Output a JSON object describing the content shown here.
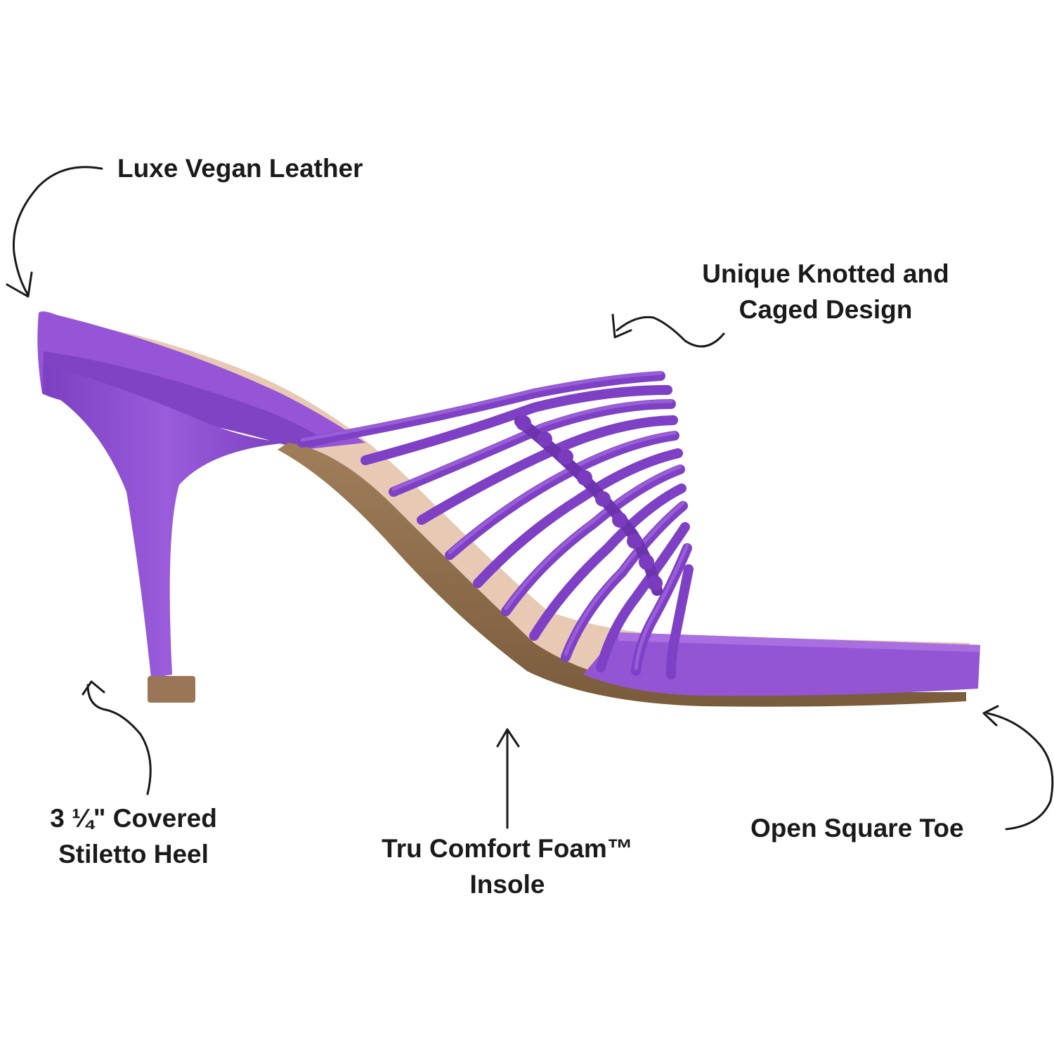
{
  "product": {
    "colors": {
      "strap": "#8f4fd1",
      "strap_dark": "#6c33ad",
      "strap_light": "#a96ee0",
      "sole": "#8a6a48",
      "insole": "#e8c9b4",
      "heel_tip": "#9a7657",
      "ink": "#1a1a1a"
    },
    "icons": [
      "arrow-icon",
      "sandal-illustration"
    ]
  },
  "callouts": {
    "leather": {
      "line1": "Luxe Vegan Leather"
    },
    "design": {
      "line1": "Unique Knotted and",
      "line2": "Caged Design"
    },
    "heel": {
      "line1": "3 ¼\" Covered",
      "line2": "Stiletto Heel"
    },
    "insole": {
      "line1": "Tru Comfort Foam™",
      "line2": "Insole"
    },
    "toe": {
      "line1": "Open Square Toe"
    }
  }
}
